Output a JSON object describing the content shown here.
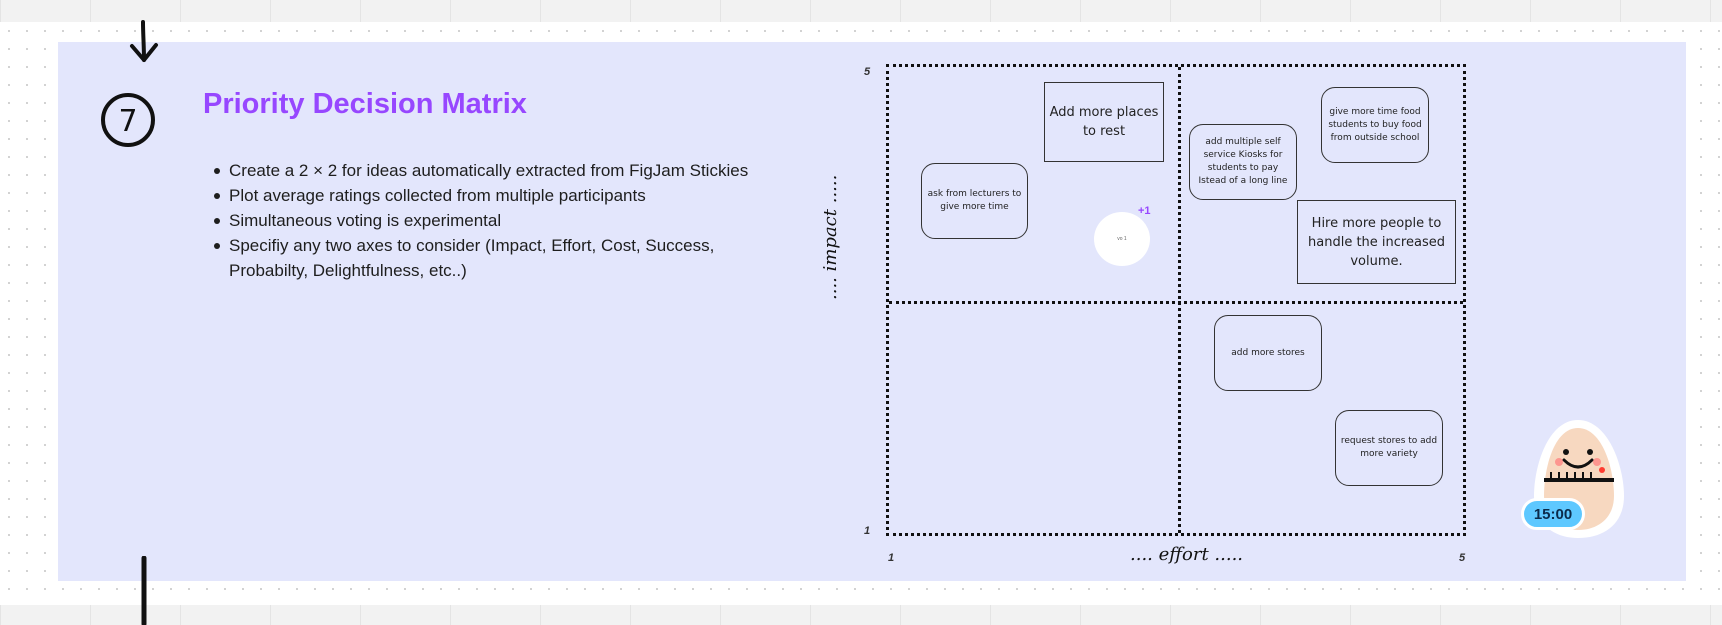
{
  "section": {
    "step_number": "7",
    "title": "Priority Decision Matrix",
    "bullets": [
      "Create a 2 × 2 for ideas automatically extracted from FigJam Stickies",
      "Plot average ratings collected from multiple participants",
      "Simultaneous voting is experimental",
      "Specifiy any two axes to consider (Impact, Effort, Cost, Success, Probabilty, Delightfulness, etc..)"
    ]
  },
  "matrix": {
    "x_axis_label": ".... effort .....",
    "y_axis_label": ".... impact .....",
    "x_min": "1",
    "x_max": "5",
    "y_min": "1",
    "y_max": "5"
  },
  "stickies": [
    {
      "text": "Add more places to rest"
    },
    {
      "text": "ask from lecturers to give more time"
    },
    {
      "text": "add multiple self service Kiosks for students to pay Istead of a long line"
    },
    {
      "text": "give more time food students to buy food from outside school"
    },
    {
      "text": "Hire more people to handle the increased volume."
    },
    {
      "text": "add more stores"
    },
    {
      "text": "request stores to add more variety"
    }
  ],
  "voting": {
    "voter_label": "vo 1",
    "badge": "+1"
  },
  "timer": {
    "time": "15:00"
  },
  "colors": {
    "title": "#9747ff",
    "section_bg": "#e3e6fc",
    "timer_bg": "#5ec8ff"
  }
}
